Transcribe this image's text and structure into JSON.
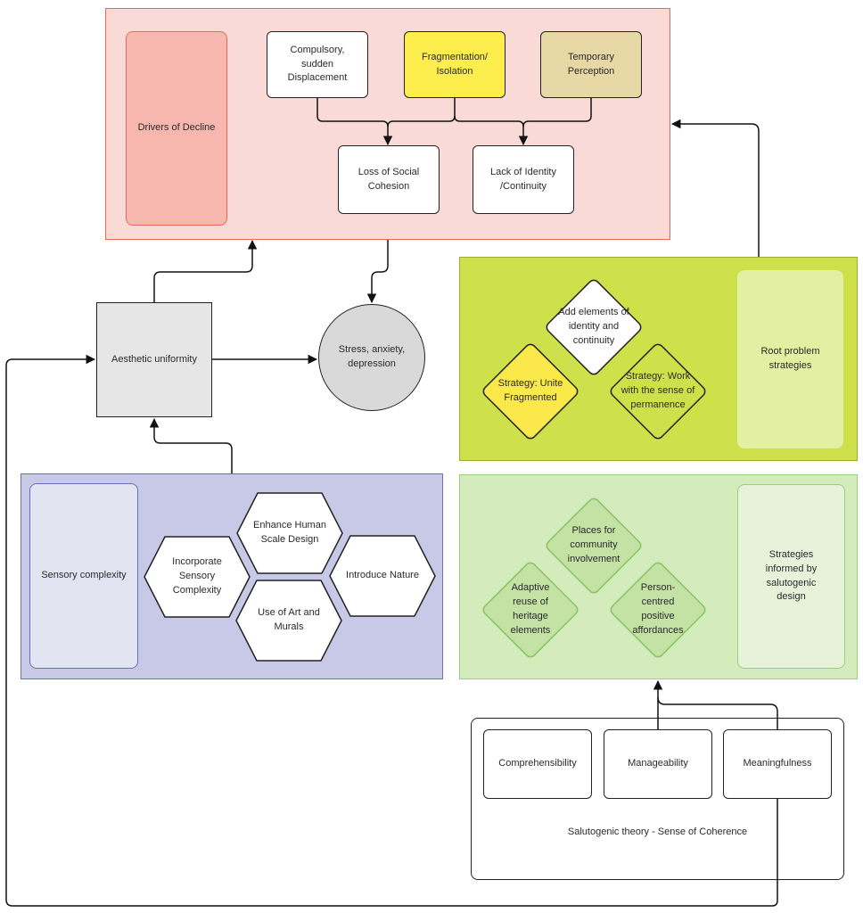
{
  "drivers": {
    "side_label": "Drivers of Decline",
    "causes": [
      "Compulsory, sudden Displacement",
      "Fragmentation/ Isolation",
      "Temporary Perception"
    ],
    "effects": [
      "Loss of Social Cohesion",
      "Lack of Identity /Continuity"
    ]
  },
  "center": {
    "aesthetic": "Aesthetic uniformity",
    "stress": "Stress, anxiety, depression"
  },
  "root": {
    "side_label": "Root problem strategies",
    "diamonds": [
      "Add elements of identity and continuity",
      "Strategy: Unite Fragmented",
      "Strategy: Work with the sense of permanence"
    ]
  },
  "sensory": {
    "side_label": "Sensory complexity",
    "hexes": [
      "Enhance Human Scale Design",
      "Incorporate Sensory Complexity",
      "Introduce Nature",
      "Use of Art and Murals"
    ]
  },
  "salutogenic_strategies": {
    "side_label": "Strategies informed by salutogenic design",
    "diamonds": [
      "Places for community involvement",
      "Adaptive reuse of heritage elements",
      "Person-centred positive affordances"
    ]
  },
  "theory": {
    "items": [
      "Comprehensibility",
      "Manageability",
      "Meaningfulness"
    ],
    "caption": "Salutogenic theory - Sense of Coherence"
  },
  "colors": {
    "drivers_panel": "#fadad6",
    "drivers_border": "#e8685a",
    "drivers_side": "#f7b7ae",
    "fragmentation": "#fdee4e",
    "temporary": "#e8d8a6",
    "root_panel": "#cfe14a",
    "root_side": "#e3efa2",
    "unite": "#fbe84a",
    "sensory_panel": "#c7c9e6",
    "sensory_border": "#6370c4",
    "sensory_side": "#e3e4f1",
    "salut_panel": "#d4ebbc",
    "salut_border": "#9ad07a",
    "salut_diamond": "#c3e2a3",
    "salut_side": "#e6f3da",
    "grey_box": "#e6e6e6",
    "grey_circle": "#d9d9d9"
  }
}
